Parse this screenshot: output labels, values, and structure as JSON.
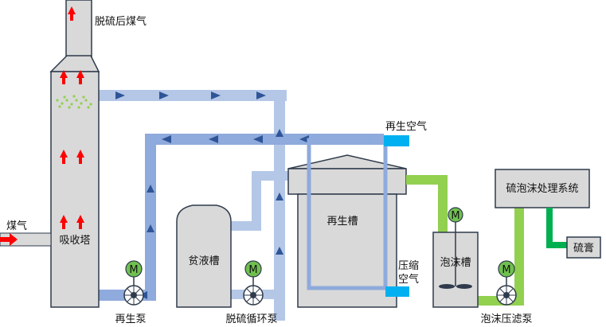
{
  "labels": {
    "exhaust": "脱硫后煤气",
    "coal_gas": "煤气",
    "absorber": "吸收塔",
    "regen_pump": "再生泵",
    "lean_tank": "贫液槽",
    "desulf_pump": "脱硫循环泵",
    "regen_tank": "再生槽",
    "regen_air": "再生空气",
    "compressed_air_1": "压缩",
    "compressed_air_2": "空气",
    "foam_tank": "泡沫槽",
    "foam_system": "硫泡沫处理系统",
    "filter_pump": "泡沫压滤泵",
    "sulfur_paste": "硫膏",
    "motor": "M"
  },
  "colors": {
    "vessel_fill": "#d9d9d9",
    "vessel_stroke": "#2f3b4c",
    "pipe_light": "#b4c7e7",
    "pipe_mid": "#8faadc",
    "arrow_blue": "#2f5597",
    "flow_red": "#ff0000",
    "air_cyan": "#00b0f0",
    "foam_green": "#92d050",
    "sulfur_green": "#00b050",
    "motor_green": "#70c050"
  }
}
